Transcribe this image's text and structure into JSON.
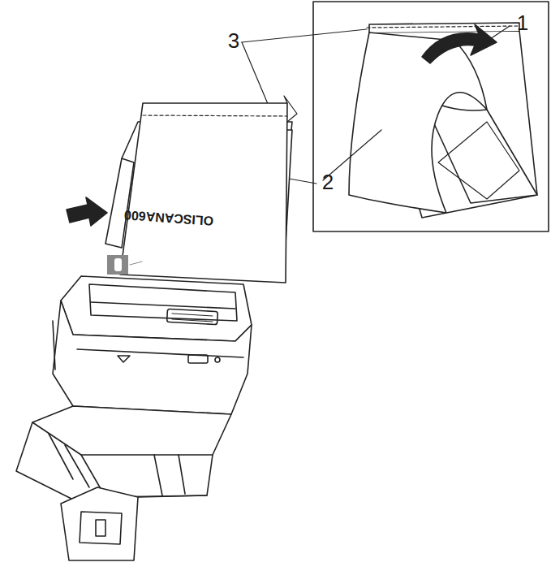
{
  "diagram": {
    "labels": [
      "1",
      "2",
      "3",
      "OLISCANA600"
    ]
  }
}
